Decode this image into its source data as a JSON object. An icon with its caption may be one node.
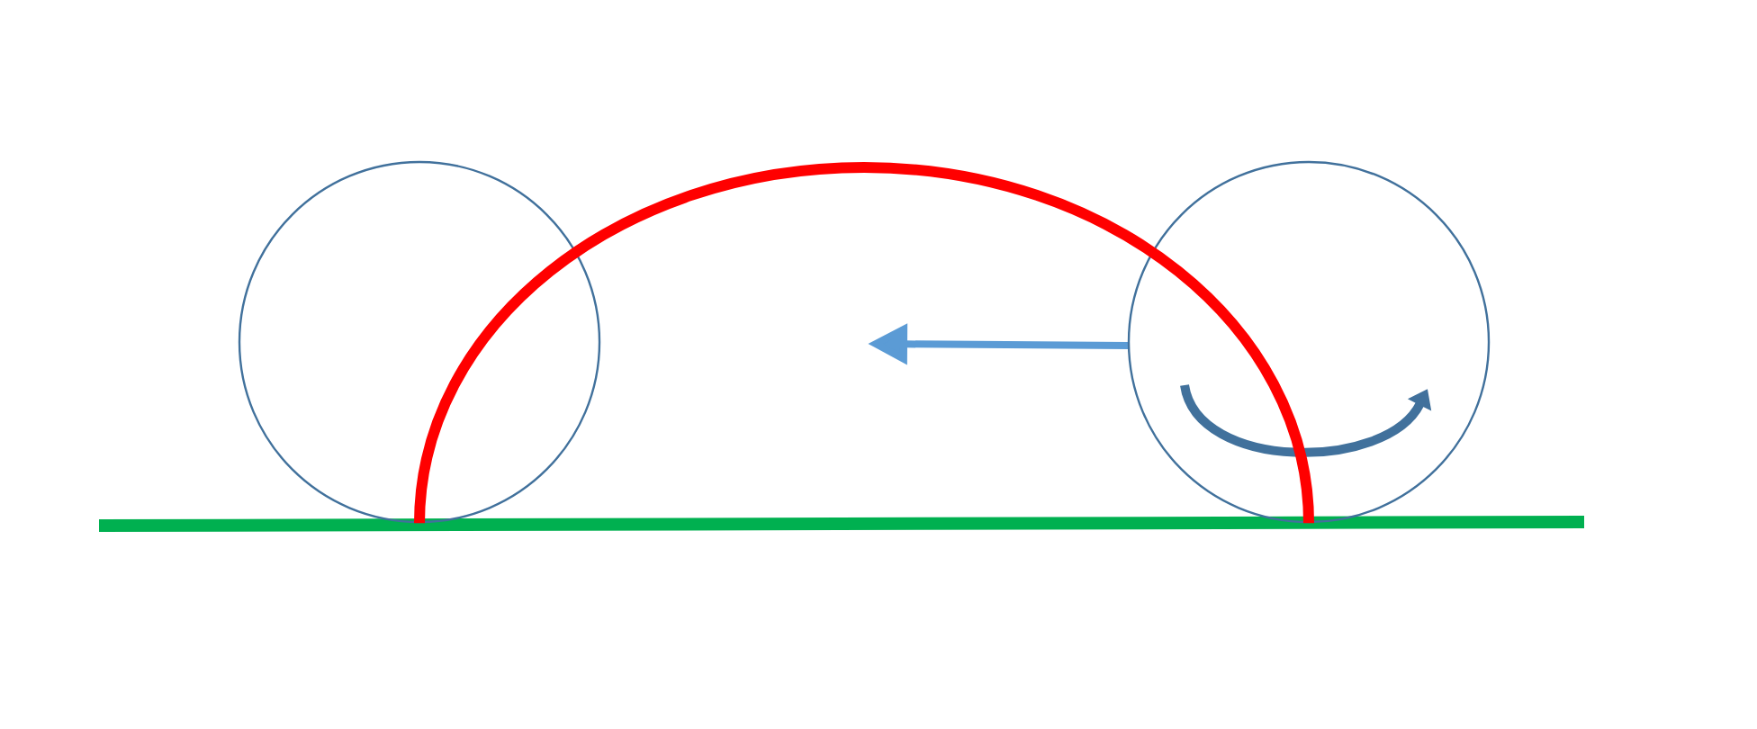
{
  "diagram": {
    "nodes": [
      {
        "text": [],
        "shape": "circle"
      },
      {
        "text": [],
        "shape": "circle"
      }
    ],
    "edges": [
      {
        "from": 0,
        "to": 1,
        "arrow": "none",
        "color": "#ff0000"
      }
    ]
  }
}
